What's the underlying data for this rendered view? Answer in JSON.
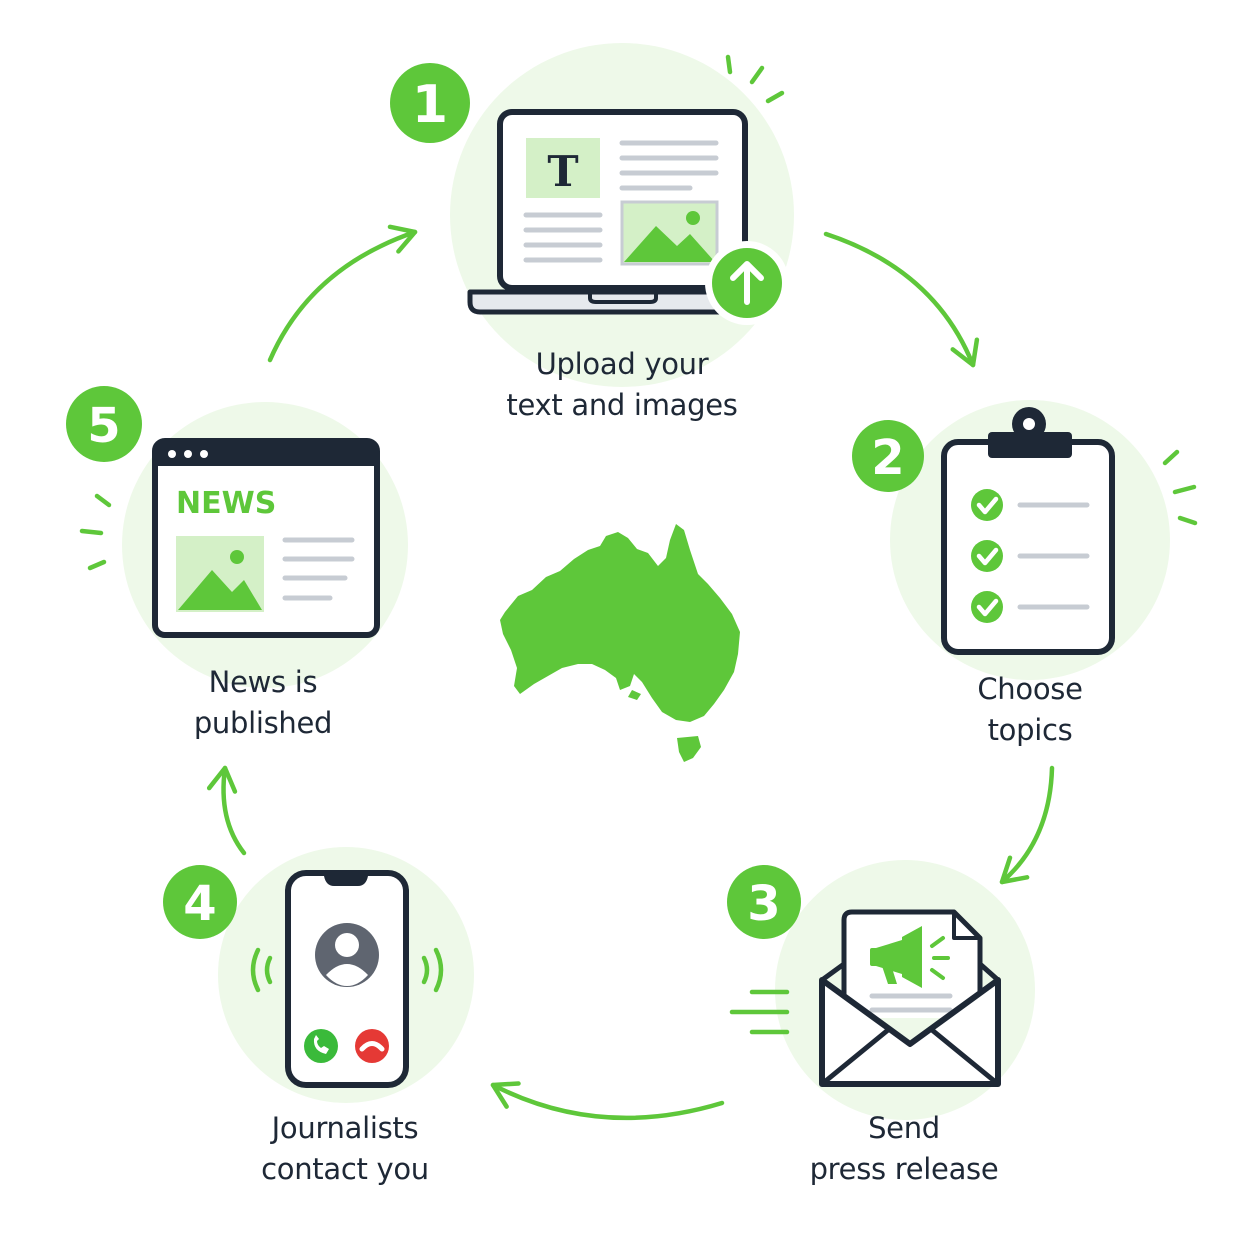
{
  "colors": {
    "accent": "#5ec73a",
    "accent_light": "#d4f0c7",
    "halo": "#eef9e9",
    "ink": "#1e2836",
    "line_gray": "#c7ccd3",
    "call_accept": "#3aba3a",
    "call_decline": "#e53935",
    "avatar": "#5f6570"
  },
  "steps": [
    {
      "number": "1",
      "label_line1": "Upload your",
      "label_line2": "text and images",
      "icon": "laptop-upload-icon"
    },
    {
      "number": "2",
      "label_line1": "Choose",
      "label_line2": "topics",
      "icon": "clipboard-checklist-icon"
    },
    {
      "number": "3",
      "label_line1": "Send",
      "label_line2": "press release",
      "icon": "envelope-megaphone-icon"
    },
    {
      "number": "4",
      "label_line1": "Journalists",
      "label_line2": "contact you",
      "icon": "phone-call-icon"
    },
    {
      "number": "5",
      "label_line1": "News is",
      "label_line2": "published",
      "icon": "news-browser-icon"
    }
  ],
  "center": {
    "icon": "australia-map-icon"
  },
  "laptop_letter": "T",
  "browser_heading": "NEWS"
}
